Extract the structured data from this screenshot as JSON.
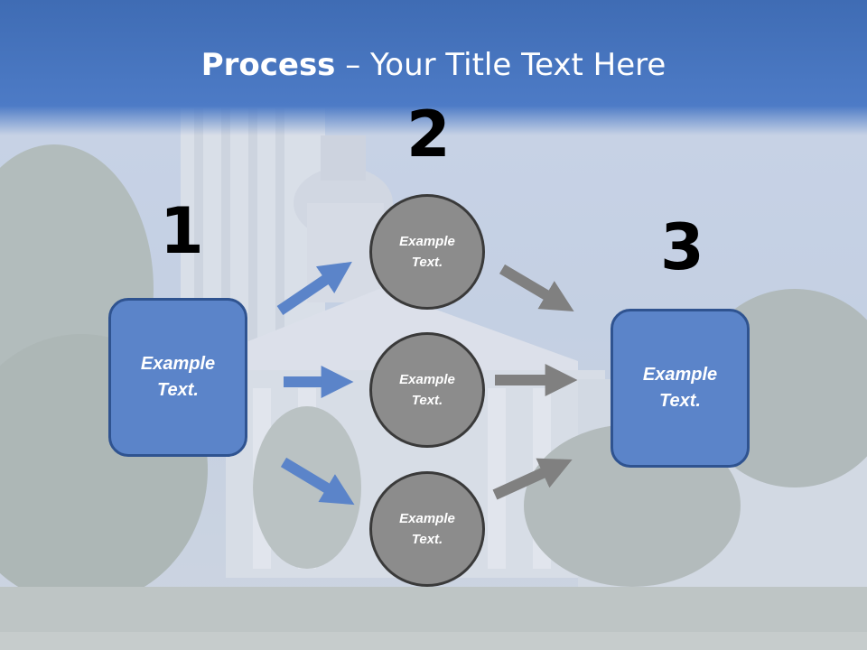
{
  "slide": {
    "title_bold": "Process",
    "title_rest": " – Your Title Text Here"
  },
  "steps": {
    "step1_number": "1",
    "step2_number": "2",
    "step3_number": "3"
  },
  "nodes": {
    "left_box": {
      "line1": "Example",
      "line2": "Text."
    },
    "circle_top": {
      "line1": "Example",
      "line2": "Text."
    },
    "circle_middle": {
      "line1": "Example",
      "line2": "Text."
    },
    "circle_bottom": {
      "line1": "Example",
      "line2": "Text."
    },
    "right_box": {
      "line1": "Example",
      "line2": "Text."
    }
  },
  "colors": {
    "header": "#4a78c4",
    "box_fill": "#5b84c9",
    "circle_fill": "#8c8c8c",
    "blue_arrow": "#5b84c9",
    "gray_arrow": "#808080"
  }
}
